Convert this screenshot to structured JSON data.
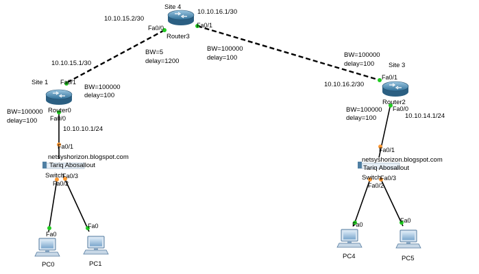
{
  "routers": {
    "r3": {
      "name": "Router3",
      "site": "Site 4"
    },
    "r0": {
      "name": "Router0",
      "site": "Site 1"
    },
    "r2": {
      "name": "Router2",
      "site": "Site 3"
    }
  },
  "switches": {
    "sw1": {
      "name": "Switch",
      "banner1": "netsyshorizon.blogspot.com",
      "banner2": "Tariq Abosallout"
    },
    "sw2": {
      "name": "Switch",
      "banner1": "netsyshorizon.blogspot.com",
      "banner2": "Tariq Abosallout"
    }
  },
  "pcs": {
    "pc0": "PC0",
    "pc1": "PC1",
    "pc4": "PC4",
    "pc5": "PC5"
  },
  "ips": {
    "r3_fa00": "10.10.15.2/30",
    "r3_fa01": "10.10.16.1/30",
    "r0_fa01": "10.10.15.1/30",
    "r0_fa00": "10.10.10.1/24",
    "r2_fa01": "10.10.16.2/30",
    "r2_fa00": "10.10.14.1/24"
  },
  "link_params": {
    "r3_r0_bw": "BW=5",
    "r3_r0_delay": "delay=1200",
    "r3_r2_bw": "BW=100000",
    "r3_r2_delay": "delay=100",
    "r0_top_bw": "BW=100000",
    "r0_top_delay": "delay=100",
    "r0_left_bw": "BW=100000",
    "r0_left_delay": "delay=100",
    "r2_top_bw": "BW=100000",
    "r2_top_delay": "delay=100",
    "r2_left_bw": "BW=100000",
    "r2_left_delay": "delay=100"
  },
  "ports": {
    "fa00": "Fa0/0",
    "fa01": "Fa0/1",
    "fa02": "Fa0/2",
    "fa03": "Fa0/3",
    "fa0": "Fa0"
  },
  "colors": {
    "router": "#3f7ea6",
    "link_up": "#22cc22",
    "link_pending": "#ff9933",
    "pc": "#4d84b8"
  }
}
